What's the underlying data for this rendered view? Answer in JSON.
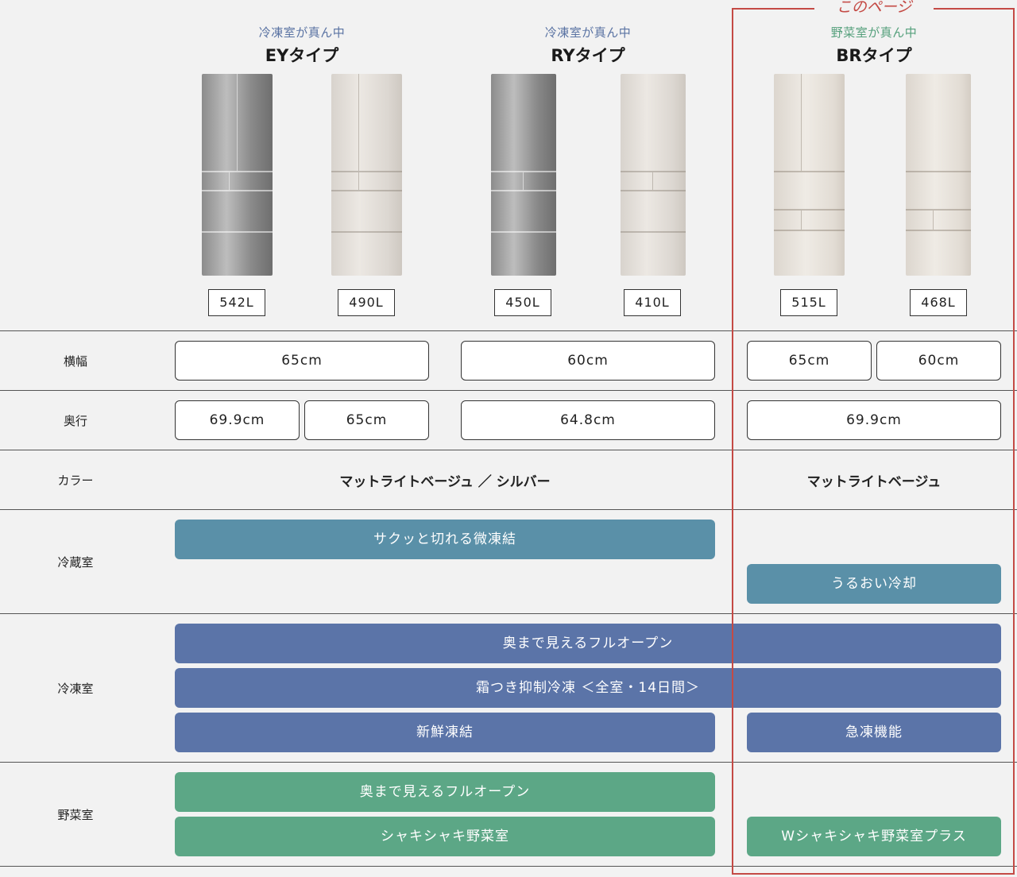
{
  "this_page_label": "このページ",
  "types": [
    {
      "sub": "冷凍室が真ん中",
      "title": "EYタイプ"
    },
    {
      "sub": "冷凍室が真ん中",
      "title": "RYタイプ"
    },
    {
      "sub": "野菜室が真ん中",
      "title": "BRタイプ"
    }
  ],
  "fridges": [
    {
      "capacity": "542L",
      "finish": "silver"
    },
    {
      "capacity": "490L",
      "finish": "beige"
    },
    {
      "capacity": "450L",
      "finish": "silver"
    },
    {
      "capacity": "410L",
      "finish": "beige"
    },
    {
      "capacity": "515L",
      "finish": "beige"
    },
    {
      "capacity": "468L",
      "finish": "beige"
    }
  ],
  "rows": {
    "width": {
      "label": "横幅",
      "values": [
        "65cm",
        "60cm",
        "65cm",
        "60cm"
      ]
    },
    "depth": {
      "label": "奥行",
      "values": [
        "69.9cm",
        "65cm",
        "64.8cm",
        "69.9cm"
      ]
    },
    "color": {
      "label": "カラー",
      "values": [
        "マットライトベージュ ／ シルバー",
        "マットライトベージュ"
      ]
    },
    "fridge_room": {
      "label": "冷蔵室",
      "features": [
        "サクッと切れる微凍結",
        "うるおい冷却"
      ]
    },
    "freezer_room": {
      "label": "冷凍室",
      "features": [
        "奥まで見えるフルオープン",
        "霜つき抑制冷凍 ＜全室・14日間＞",
        "新鮮凍結",
        "急凍機能"
      ]
    },
    "vegetable_room": {
      "label": "野菜室",
      "features": [
        "奥まで見えるフルオープン",
        "シャキシャキ野菜室",
        "Wシャキシャキ野菜室プラス"
      ]
    }
  },
  "colors": {
    "accent_red": "#c44a45",
    "teal": "#5a90a8",
    "blue": "#5b74a8",
    "green": "#5ca786"
  }
}
